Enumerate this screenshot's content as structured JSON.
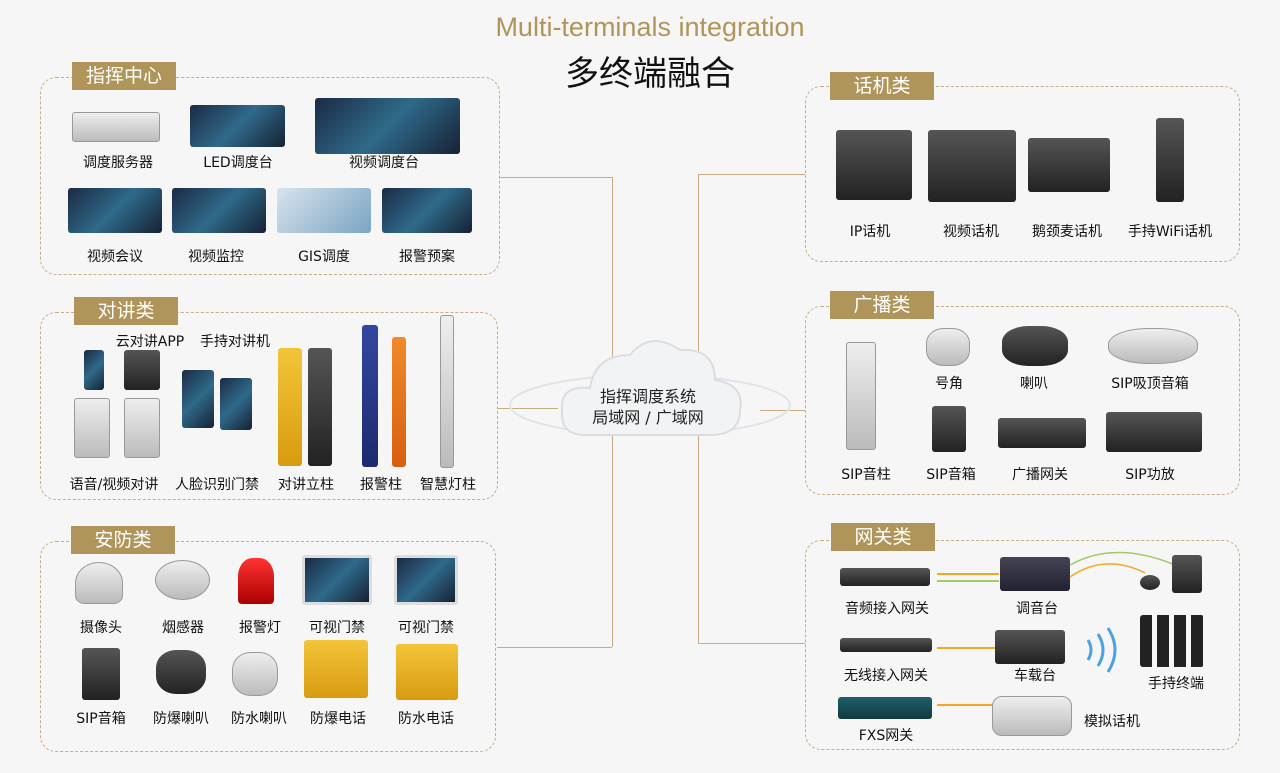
{
  "title": {
    "en": "Multi-terminals integration",
    "zh": "多终端融合"
  },
  "cloud": {
    "line1": "指挥调度系统",
    "line2": "局域网 / 广域网"
  },
  "command": {
    "tag": "指挥中心",
    "items": [
      "调度服务器",
      "LED调度台",
      "视频调度台",
      "视频会议",
      "视频监控",
      "GIS调度",
      "报警预案"
    ]
  },
  "intercom": {
    "tag": "对讲类",
    "items": [
      "云对讲APP",
      "手持对讲机",
      "语音/视频对讲",
      "人脸识别门禁",
      "对讲立柱",
      "报警柱",
      "智慧灯柱"
    ]
  },
  "security": {
    "tag": "安防类",
    "items": [
      "摄像头",
      "烟感器",
      "报警灯",
      "可视门禁",
      "可视门禁",
      "SIP音箱",
      "防爆喇叭",
      "防水喇叭",
      "防爆电话",
      "防水电话"
    ]
  },
  "phones": {
    "tag": "话机类",
    "items": [
      "IP话机",
      "视频话机",
      "鹅颈麦话机",
      "手持WiFi话机"
    ]
  },
  "broadcast": {
    "tag": "广播类",
    "items": [
      "号角",
      "喇叭",
      "SIP吸顶音箱",
      "SIP音柱",
      "SIP音箱",
      "广播网关",
      "SIP功放"
    ]
  },
  "gateway": {
    "tag": "网关类",
    "items": [
      "音频接入网关",
      "调音台",
      "无线接入网关",
      "车载台",
      "手持终端",
      "FXS网关",
      "模拟话机"
    ]
  },
  "colors": {
    "accent": "#b0955a",
    "wire_orange": "#f5a623",
    "wire_green": "#9ccc65",
    "wave": "#4aa3df"
  }
}
